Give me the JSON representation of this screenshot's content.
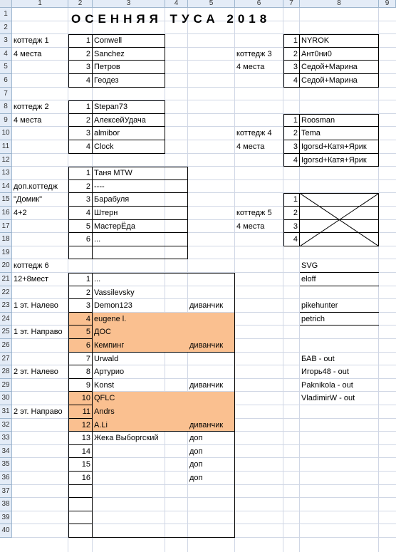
{
  "sheet": {
    "title": "ОСЕННЯЯ ТУСА 2018",
    "columns": [
      "1",
      "2",
      "3",
      "4",
      "5",
      "6",
      "7",
      "8",
      "9"
    ],
    "rows": [
      "1",
      "2",
      "3",
      "4",
      "5",
      "6",
      "7",
      "8",
      "9",
      "10",
      "11",
      "12",
      "13",
      "14",
      "15",
      "16",
      "17",
      "18",
      "19",
      "20",
      "21",
      "22",
      "23",
      "24",
      "25",
      "26",
      "27",
      "28",
      "29",
      "30",
      "31",
      "32",
      "33",
      "34",
      "35",
      "36",
      "37",
      "38",
      "39",
      "40"
    ],
    "accent_fill": "#fac090"
  },
  "cells": [
    {
      "r": 3,
      "c": 1,
      "v": "коттедж 1"
    },
    {
      "r": 4,
      "c": 1,
      "v": "4 места"
    },
    {
      "r": 3,
      "c": 2,
      "v": "1",
      "n": true
    },
    {
      "r": 3,
      "c": 3,
      "v": "Conwell"
    },
    {
      "r": 4,
      "c": 2,
      "v": "2",
      "n": true
    },
    {
      "r": 4,
      "c": 3,
      "v": "Sanchez"
    },
    {
      "r": 5,
      "c": 2,
      "v": "3",
      "n": true
    },
    {
      "r": 5,
      "c": 3,
      "v": "Петров"
    },
    {
      "r": 6,
      "c": 2,
      "v": "4",
      "n": true
    },
    {
      "r": 6,
      "c": 3,
      "v": "Геодез"
    },
    {
      "r": 3,
      "c": 7,
      "v": "1",
      "n": true
    },
    {
      "r": 3,
      "c": 8,
      "v": "NYROK"
    },
    {
      "r": 4,
      "c": 6,
      "v": "коттедж 3"
    },
    {
      "r": 4,
      "c": 7,
      "v": "2",
      "n": true
    },
    {
      "r": 4,
      "c": 8,
      "v": "Ант0ни0"
    },
    {
      "r": 5,
      "c": 6,
      "v": "4 места"
    },
    {
      "r": 5,
      "c": 7,
      "v": "3",
      "n": true
    },
    {
      "r": 5,
      "c": 8,
      "v": "Седой+Марина"
    },
    {
      "r": 6,
      "c": 7,
      "v": "4",
      "n": true
    },
    {
      "r": 6,
      "c": 8,
      "v": "Седой+Марина"
    },
    {
      "r": 8,
      "c": 1,
      "v": "коттедж 2"
    },
    {
      "r": 9,
      "c": 1,
      "v": "4 места"
    },
    {
      "r": 8,
      "c": 2,
      "v": "1",
      "n": true
    },
    {
      "r": 8,
      "c": 3,
      "v": "Stepan73"
    },
    {
      "r": 9,
      "c": 2,
      "v": "2",
      "n": true
    },
    {
      "r": 9,
      "c": 3,
      "v": "АлексейУдача"
    },
    {
      "r": 10,
      "c": 2,
      "v": "3",
      "n": true
    },
    {
      "r": 10,
      "c": 3,
      "v": "almibor"
    },
    {
      "r": 11,
      "c": 2,
      "v": "4",
      "n": true
    },
    {
      "r": 11,
      "c": 3,
      "v": "Clock"
    },
    {
      "r": 9,
      "c": 7,
      "v": "1",
      "n": true
    },
    {
      "r": 9,
      "c": 8,
      "v": "Roosman"
    },
    {
      "r": 10,
      "c": 6,
      "v": "коттедж 4"
    },
    {
      "r": 10,
      "c": 7,
      "v": "2",
      "n": true
    },
    {
      "r": 10,
      "c": 8,
      "v": "Tema"
    },
    {
      "r": 11,
      "c": 6,
      "v": "4 места"
    },
    {
      "r": 11,
      "c": 7,
      "v": "3",
      "n": true
    },
    {
      "r": 11,
      "c": 8,
      "v": " Igorsd+Катя+Ярик"
    },
    {
      "r": 12,
      "c": 7,
      "v": "4",
      "n": true
    },
    {
      "r": 12,
      "c": 8,
      "v": " Igorsd+Катя+Ярик"
    },
    {
      "r": 13,
      "c": 2,
      "v": "1",
      "n": true
    },
    {
      "r": 13,
      "c": 3,
      "v": "Таня MTW"
    },
    {
      "r": 14,
      "c": 1,
      "v": "доп.коттедж"
    },
    {
      "r": 14,
      "c": 2,
      "v": "2",
      "n": true
    },
    {
      "r": 14,
      "c": 3,
      "v": "----"
    },
    {
      "r": 15,
      "c": 1,
      "v": "\"Домик\""
    },
    {
      "r": 15,
      "c": 2,
      "v": "3",
      "n": true
    },
    {
      "r": 15,
      "c": 3,
      "v": "Барабуля"
    },
    {
      "r": 16,
      "c": 1,
      "v": "4+2"
    },
    {
      "r": 16,
      "c": 2,
      "v": "4",
      "n": true
    },
    {
      "r": 16,
      "c": 3,
      "v": "Штерн"
    },
    {
      "r": 17,
      "c": 2,
      "v": "5",
      "n": true
    },
    {
      "r": 17,
      "c": 3,
      "v": "МастерЁда"
    },
    {
      "r": 18,
      "c": 2,
      "v": "6",
      "n": true
    },
    {
      "r": 18,
      "c": 3,
      "v": "..."
    },
    {
      "r": 15,
      "c": 7,
      "v": "1",
      "n": true
    },
    {
      "r": 16,
      "c": 6,
      "v": "коттедж 5"
    },
    {
      "r": 16,
      "c": 7,
      "v": "2",
      "n": true
    },
    {
      "r": 17,
      "c": 6,
      "v": "4 места"
    },
    {
      "r": 17,
      "c": 7,
      "v": "3",
      "n": true
    },
    {
      "r": 18,
      "c": 7,
      "v": "4",
      "n": true
    },
    {
      "r": 20,
      "c": 1,
      "v": "коттедж 6"
    },
    {
      "r": 20,
      "c": 8,
      "v": "SVG"
    },
    {
      "r": 21,
      "c": 1,
      "v": "12+8мест"
    },
    {
      "r": 21,
      "c": 2,
      "v": "1",
      "n": true
    },
    {
      "r": 21,
      "c": 3,
      "v": "..."
    },
    {
      "r": 21,
      "c": 8,
      "v": "eloff"
    },
    {
      "r": 22,
      "c": 2,
      "v": "2",
      "n": true
    },
    {
      "r": 22,
      "c": 3,
      "v": "Vassilevsky"
    },
    {
      "r": 23,
      "c": 1,
      "v": "1 эт. Налево"
    },
    {
      "r": 23,
      "c": 2,
      "v": "3",
      "n": true
    },
    {
      "r": 23,
      "c": 3,
      "v": "Demon123"
    },
    {
      "r": 23,
      "c": 5,
      "v": "диванчик"
    },
    {
      "r": 23,
      "c": 8,
      "v": "pikehunter"
    },
    {
      "r": 24,
      "c": 2,
      "v": "4",
      "n": true
    },
    {
      "r": 24,
      "c": 3,
      "v": "eugene l."
    },
    {
      "r": 24,
      "c": 8,
      "v": "petrich"
    },
    {
      "r": 25,
      "c": 1,
      "v": "1 эт. Направо"
    },
    {
      "r": 25,
      "c": 2,
      "v": "5",
      "n": true
    },
    {
      "r": 25,
      "c": 3,
      "v": "ДОС"
    },
    {
      "r": 26,
      "c": 2,
      "v": "6",
      "n": true
    },
    {
      "r": 26,
      "c": 3,
      "v": "Кемпинг"
    },
    {
      "r": 26,
      "c": 5,
      "v": "диванчик"
    },
    {
      "r": 27,
      "c": 2,
      "v": "7",
      "n": true
    },
    {
      "r": 27,
      "c": 3,
      "v": "Urwald"
    },
    {
      "r": 27,
      "c": 8,
      "v": "БАВ - out"
    },
    {
      "r": 28,
      "c": 1,
      "v": "2 эт. Налево"
    },
    {
      "r": 28,
      "c": 2,
      "v": "8",
      "n": true
    },
    {
      "r": 28,
      "c": 3,
      "v": "Артурио"
    },
    {
      "r": 28,
      "c": 8,
      "v": "Игорь48 - out"
    },
    {
      "r": 29,
      "c": 2,
      "v": "9",
      "n": true
    },
    {
      "r": 29,
      "c": 3,
      "v": "Konst"
    },
    {
      "r": 29,
      "c": 5,
      "v": "диванчик"
    },
    {
      "r": 29,
      "c": 8,
      "v": "Paknikola - out"
    },
    {
      "r": 30,
      "c": 2,
      "v": "10",
      "n": true
    },
    {
      "r": 30,
      "c": 3,
      "v": "QFLC"
    },
    {
      "r": 30,
      "c": 8,
      "v": "VladimirW - out"
    },
    {
      "r": 31,
      "c": 1,
      "v": "2 эт. Направо"
    },
    {
      "r": 31,
      "c": 2,
      "v": "11",
      "n": true
    },
    {
      "r": 31,
      "c": 3,
      "v": "Andrs"
    },
    {
      "r": 32,
      "c": 2,
      "v": "12",
      "n": true
    },
    {
      "r": 32,
      "c": 3,
      "v": "A.Li"
    },
    {
      "r": 32,
      "c": 5,
      "v": "диванчик"
    },
    {
      "r": 33,
      "c": 2,
      "v": "13",
      "n": true
    },
    {
      "r": 33,
      "c": 3,
      "v": "Жека Выборгский"
    },
    {
      "r": 33,
      "c": 5,
      "v": "доп"
    },
    {
      "r": 34,
      "c": 2,
      "v": "14",
      "n": true
    },
    {
      "r": 34,
      "c": 5,
      "v": "доп"
    },
    {
      "r": 35,
      "c": 2,
      "v": "15",
      "n": true
    },
    {
      "r": 35,
      "c": 5,
      "v": "доп"
    },
    {
      "r": 36,
      "c": 2,
      "v": "16",
      "n": true
    },
    {
      "r": 36,
      "c": 5,
      "v": "доп"
    }
  ]
}
